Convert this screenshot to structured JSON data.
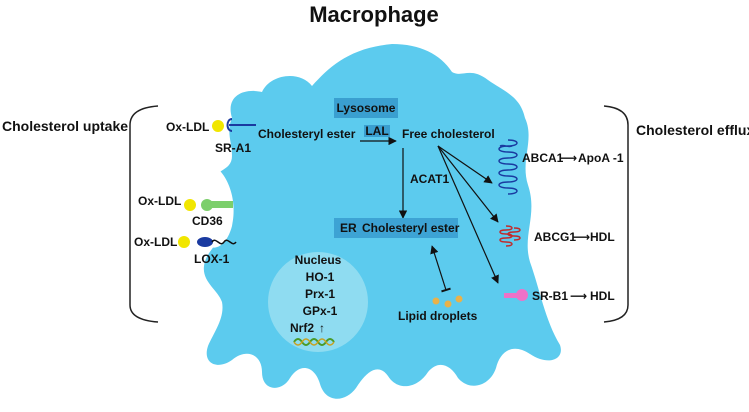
{
  "title": "Macrophage",
  "left_label": "Cholesterol uptake",
  "right_label": "Cholesterol efflux",
  "colors": {
    "cell": "#5ccbee",
    "nucleus": "#8fdcf1",
    "box": "#3a9fd0",
    "yellow": "#f1e600",
    "green": "#7ccf6b",
    "pink": "#ee72c8",
    "navy": "#1a3aa0",
    "red": "#c22a2a",
    "droplet": "#e9b24a"
  },
  "receptors": {
    "oxldl_1": "Ox-LDL",
    "sra1": "SR-A1",
    "oxldl_2": "Ox-LDL",
    "cd36": "CD36",
    "oxldl_3": "Ox-LDL",
    "lox1": "LOX-1"
  },
  "lysosome": "Lysosome",
  "cholesteryl_ester_top": "Cholesteryl ester",
  "lal": "LAL",
  "free_cholesterol": "Free cholesterol",
  "acat1": "ACAT1",
  "er": "ER",
  "cholesteryl_ester_er": "Cholesteryl ester",
  "lipid_droplets": "Lipid droplets",
  "nucleus": {
    "title": "Nucleus",
    "genes": [
      "HO-1",
      "Prx-1",
      "GPx-1"
    ],
    "nrf2": "Nrf2",
    "up_arrow": "↑"
  },
  "efflux": {
    "abca1": "ABCA1",
    "apoa1": "ApoA -1",
    "abcg1": "ABCG1",
    "hdl1": "HDL",
    "srb1": "SR-B1",
    "hdl2": "HDL",
    "arrow": "⟶"
  }
}
